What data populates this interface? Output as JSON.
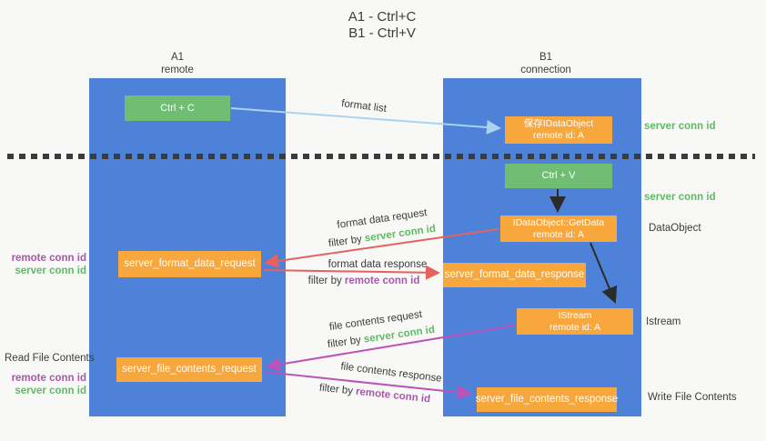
{
  "title": {
    "line1": "A1 - Ctrl+C",
    "line2": "B1 - Ctrl+V"
  },
  "columns": {
    "left": {
      "name": "A1",
      "sub": "remote"
    },
    "right": {
      "name": "B1",
      "sub": "connection"
    }
  },
  "nodes": {
    "ctrl_c": {
      "label": "Ctrl + C"
    },
    "save_idataobject": {
      "line1": "保存IDataObject",
      "line2": "remote id: A"
    },
    "ctrl_v": {
      "label": "Ctrl + V"
    },
    "getdata": {
      "line1": "IDataObject::GetData",
      "line2": "remote id: A"
    },
    "format_request": {
      "label": "server_format_data_request"
    },
    "format_response": {
      "label": "server_format_data_response"
    },
    "istream": {
      "line1": "IStream",
      "line2": "remote id: A"
    },
    "file_request": {
      "label": "server_file_contents_request"
    },
    "file_response": {
      "label": "server_file_contents_response"
    }
  },
  "side_labels": {
    "server_conn_id_top": "server conn id",
    "server_conn_id_mid": "server conn id",
    "dataobject": "DataObject",
    "istream": "Istream",
    "write_file_contents": "Write File Contents",
    "read_file_contents": "Read File Contents",
    "remote_conn_id_1": "remote conn id",
    "server_conn_id_1": "server conn id",
    "remote_conn_id_2": "remote conn id",
    "server_conn_id_2": "server conn id"
  },
  "flow_labels": {
    "format_list": "format list",
    "format_data_request": "format data request",
    "format_data_response": "format data response",
    "file_contents_request": "file contents request",
    "file_contents_response": "file contents response",
    "filter_by": "filter by ",
    "server_conn_id": "server conn id",
    "remote_conn_id": "remote conn id"
  },
  "colors": {
    "background": "#f8f8f6",
    "column-blue": "#4d82d8",
    "box-green": "#6fbe73",
    "box-orange": "#f8a73d",
    "arrow-blue": "#abd3ee",
    "arrow-red": "#e7625e",
    "arrow-magenta": "#bc53bb",
    "arrow-black": "#2b2b2b",
    "text-dark": "#3c3c3c",
    "label-green": "#5fbb63",
    "label-purple": "#a858aa",
    "dotted-line": "#3b3b3b"
  }
}
